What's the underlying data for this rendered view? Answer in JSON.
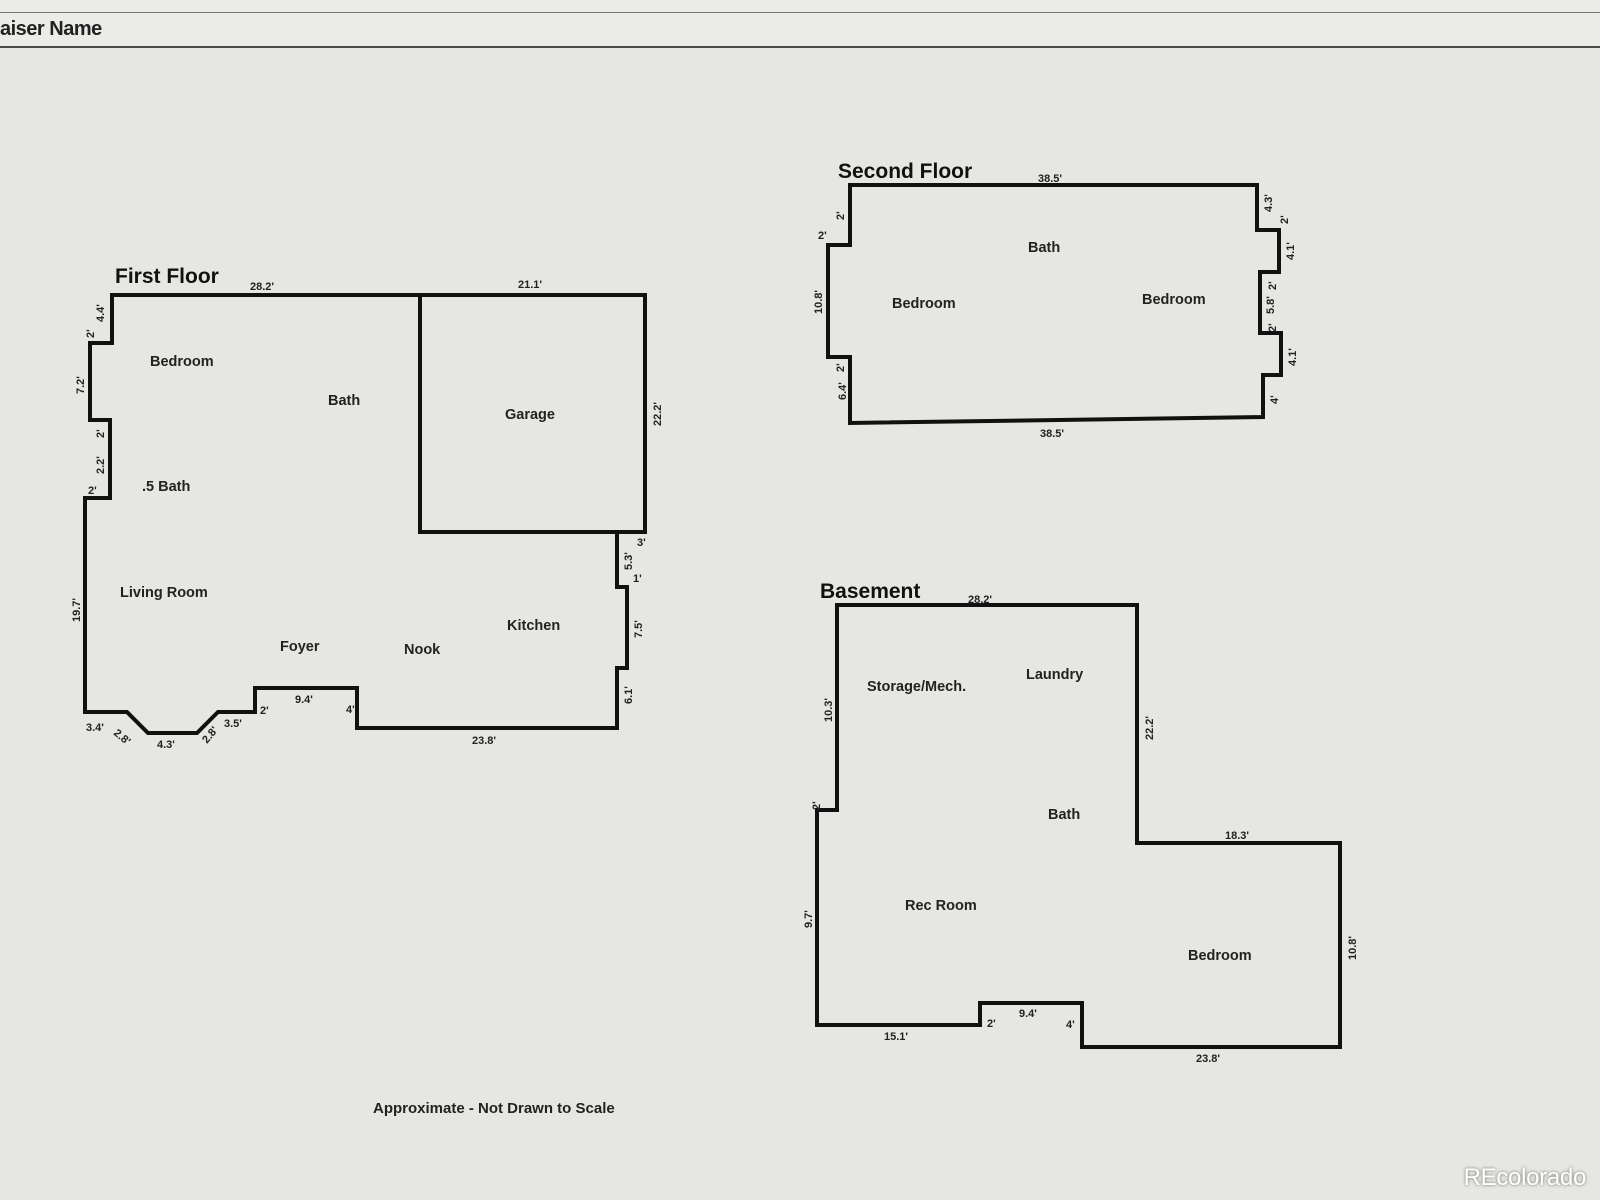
{
  "header": {
    "label": "aiser Name"
  },
  "watermark": "REcolorado",
  "note": "Approximate - Not Drawn to Scale",
  "floors": {
    "first": {
      "title": "First Floor",
      "rooms": {
        "bedroom": "Bedroom",
        "bath": "Bath",
        "half_bath": ".5 Bath",
        "garage": "Garage",
        "living_room": "Living Room",
        "foyer": "Foyer",
        "nook": "Nook",
        "kitchen": "Kitchen"
      },
      "dims": {
        "top_left": "28.2'",
        "top_right": "21.1'",
        "garage_side": "22.2'",
        "left_upper": "4.4'",
        "left_jog1": "2'",
        "left_bedroom": "7.2'",
        "left_jog2": "2'",
        "left_halfbath": "2.2'",
        "left_jog3": "2'",
        "left_living": "19.7'",
        "right_jog1": "3'",
        "right_53": "5.3'",
        "right_1": "1'",
        "right_75": "7.5'",
        "right_61": "6.1'",
        "bottom_34": "3.4'",
        "bottom_28a": "2.8'",
        "bottom_43": "4.3'",
        "bottom_28b": "2.8'",
        "bottom_35": "3.5'",
        "bottom_2": "2'",
        "bottom_94": "9.4'",
        "bottom_4": "4'",
        "bottom_238": "23.8'"
      }
    },
    "second": {
      "title": "Second Floor",
      "rooms": {
        "bath": "Bath",
        "bedroom_left": "Bedroom",
        "bedroom_right": "Bedroom"
      },
      "dims": {
        "top": "38.5'",
        "bottom": "38.5'",
        "left_2a": "2'",
        "left_2b": "2'",
        "left_108": "10.8'",
        "left_2c": "2'",
        "left_64": "6.4'",
        "right_43": "4.3'",
        "right_2a": "2'",
        "right_41a": "4.1'",
        "right_2b": "2'",
        "right_58": "5.8'",
        "right_2c": "2'",
        "right_41b": "4.1'",
        "right_4": "4'"
      }
    },
    "basement": {
      "title": "Basement",
      "rooms": {
        "storage": "Storage/Mech.",
        "laundry": "Laundry",
        "bath": "Bath",
        "rec_room": "Rec Room",
        "bedroom": "Bedroom"
      },
      "dims": {
        "top": "28.2'",
        "left_103": "10.3'",
        "right_222": "22.2'",
        "left_2": "2'",
        "left_97": "9.7'",
        "step_183": "18.3'",
        "right_108": "10.8'",
        "bottom_151": "15.1'",
        "bottom_2": "2'",
        "bottom_94": "9.4'",
        "bottom_4": "4'",
        "bottom_238": "23.8'"
      }
    }
  }
}
